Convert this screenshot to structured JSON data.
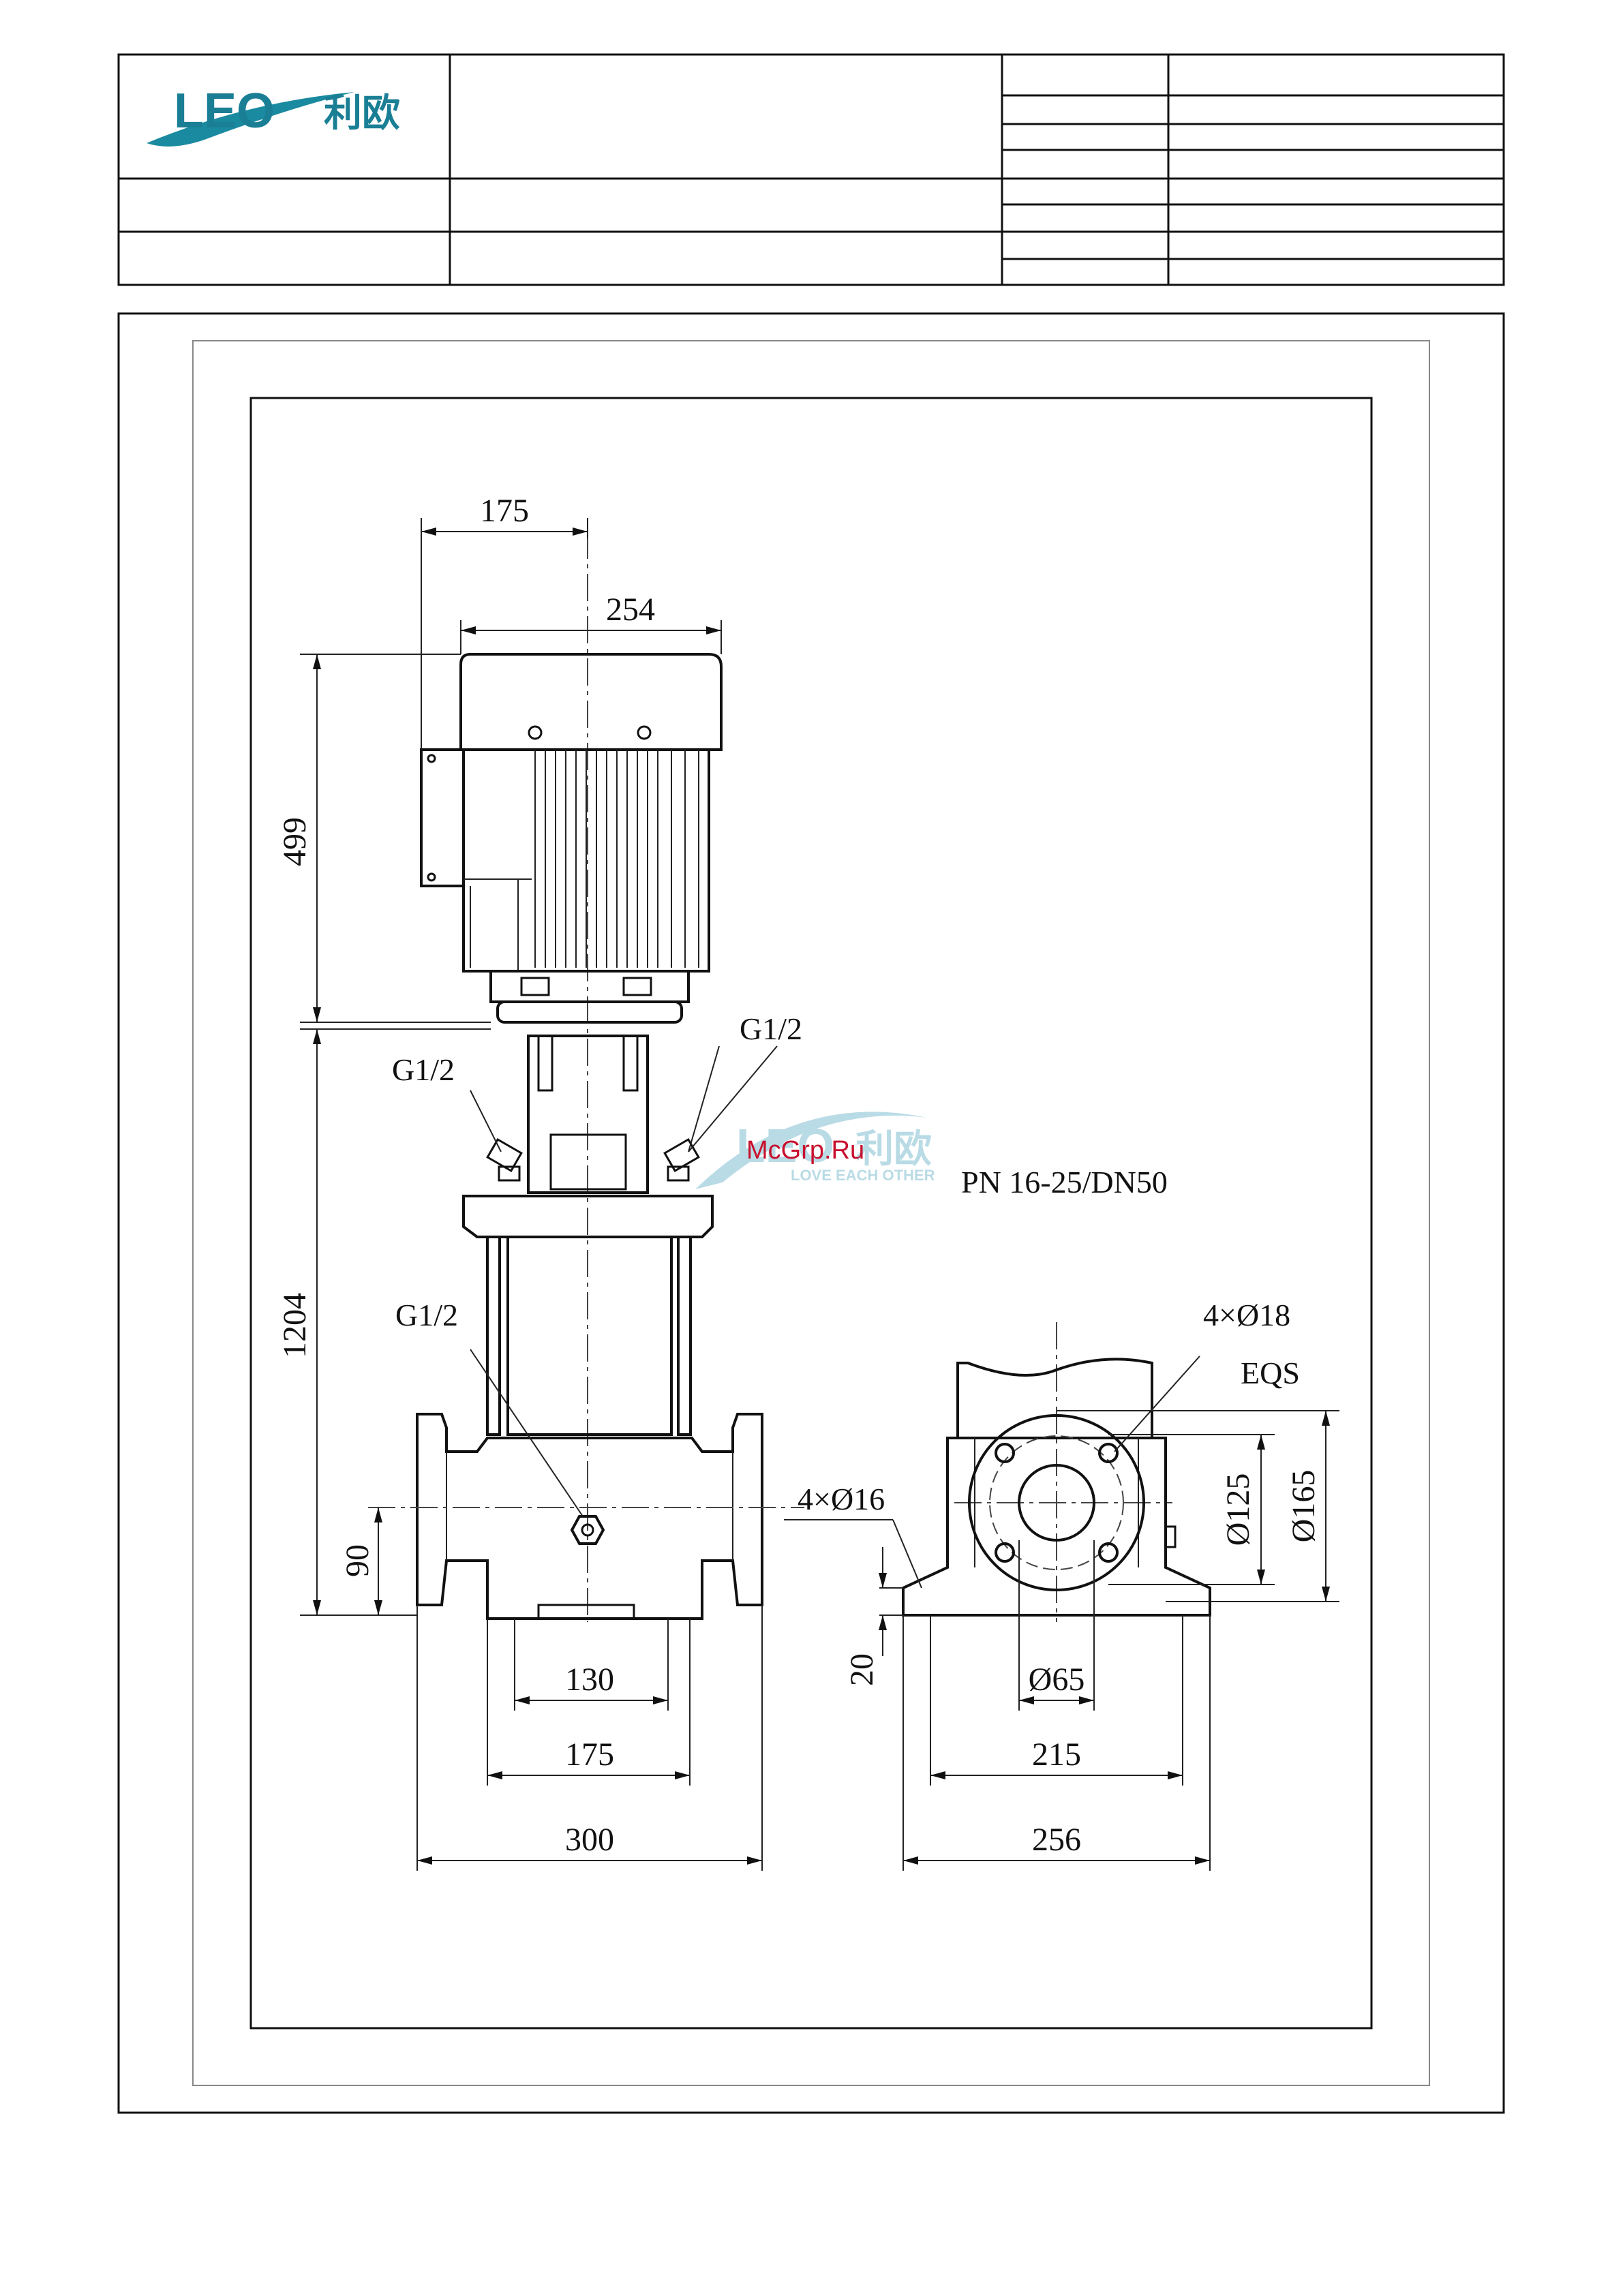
{
  "title_block": {
    "logo_latin": "LEO",
    "logo_chinese": "利欧"
  },
  "drawing": {
    "dimensions": {
      "motor_offset": "175",
      "motor_width": "254",
      "motor_height": "499",
      "total_height": "1204",
      "base_offset": "90",
      "foot_spacing": "130",
      "foot_span": "175",
      "base_length": "300",
      "foot_height": "20",
      "bore": "Ø65",
      "side_foot_span": "215",
      "side_base_width": "256",
      "bolt_circle": "Ø125",
      "flange_dia": "Ø165"
    },
    "labels": {
      "port_top_right": "G1/2",
      "port_top_left": "G1/2",
      "port_drain": "G1/2",
      "pressure_rating": "PN 16-25/DN50",
      "flange_holes": "4×Ø18",
      "flange_note": "EQS",
      "base_holes": "4×Ø16"
    },
    "watermark": {
      "site": "McGrp.Ru",
      "slogan": "LOVE EACH OTHER",
      "logo_latin": "LEO",
      "logo_chinese": "利欧"
    }
  }
}
